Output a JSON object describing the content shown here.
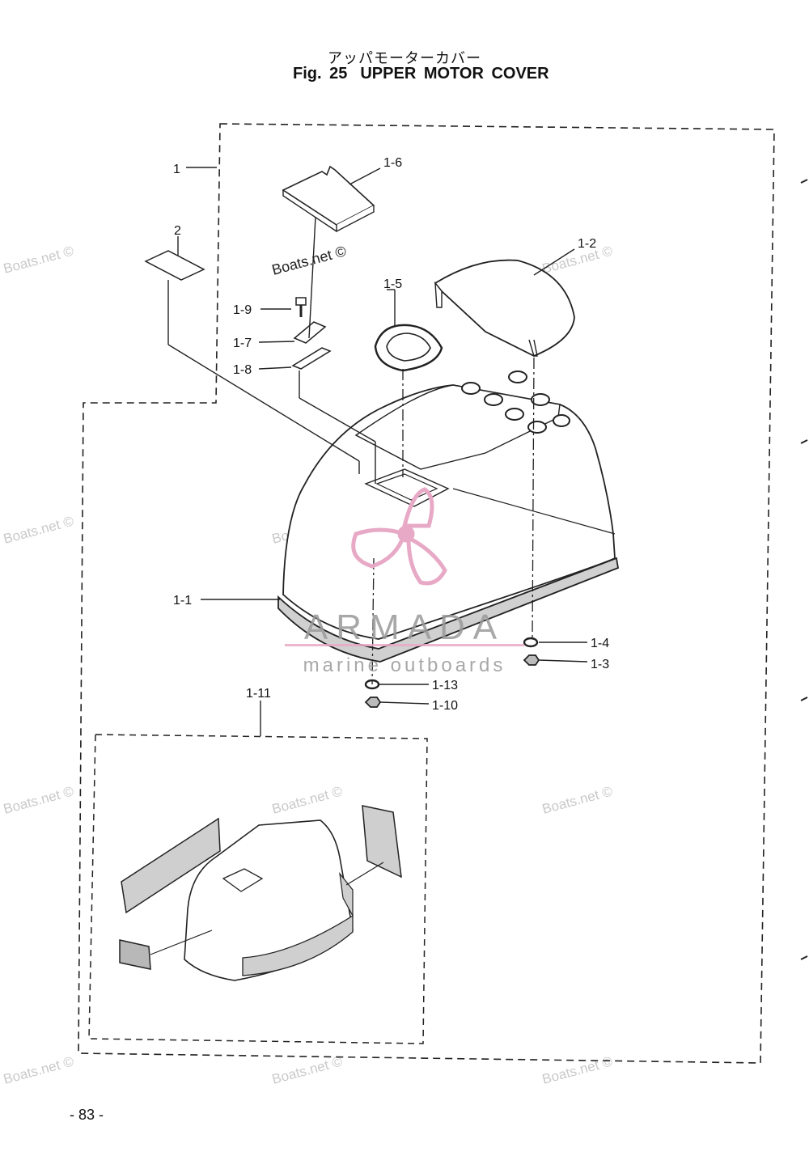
{
  "header": {
    "title_jp": "アッパモーターカバー",
    "fig_label": "Fig. 25",
    "title_en": "UPPER MOTOR COVER"
  },
  "callouts": {
    "p1": "1",
    "p2": "2",
    "p1_1": "1-1",
    "p1_2": "1-2",
    "p1_3": "1-3",
    "p1_4": "1-4",
    "p1_5": "1-5",
    "p1_6": "1-6",
    "p1_7": "1-7",
    "p1_8": "1-8",
    "p1_9": "1-9",
    "p1_10": "1-10",
    "p1_11": "1-11",
    "p1_13": "1-13"
  },
  "watermarks": {
    "site": "Boats.net ©",
    "brand": "ARMADA",
    "brand_sub": "marine outboards"
  },
  "colors": {
    "brand_pink": "#e7a9c6",
    "brand_gray": "#9a9a9a",
    "watermark_gray": "#c9c9c9"
  },
  "footer": {
    "page_number": "- 83 -"
  }
}
